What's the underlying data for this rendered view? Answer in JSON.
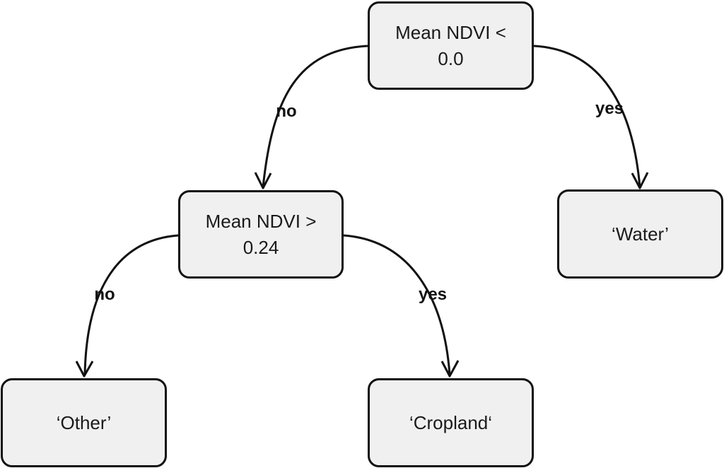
{
  "nodes": {
    "root": {
      "text": "Mean NDVI <\n0.0"
    },
    "ndvi_024": {
      "text": "Mean NDVI >\n0.24"
    },
    "water": {
      "text": "‘Water’"
    },
    "other": {
      "text": "‘Other’"
    },
    "cropland": {
      "text": "‘Cropland‘"
    }
  },
  "edges": [
    {
      "from": "root",
      "to": "ndvi_024",
      "label": "no"
    },
    {
      "from": "root",
      "to": "water",
      "label": "yes"
    },
    {
      "from": "ndvi_024",
      "to": "other",
      "label": "no"
    },
    {
      "from": "ndvi_024",
      "to": "cropland",
      "label": "yes"
    }
  ],
  "colors": {
    "node_fill": "#f0f0f0",
    "stroke": "#111111",
    "text": "#1a1a1a"
  }
}
